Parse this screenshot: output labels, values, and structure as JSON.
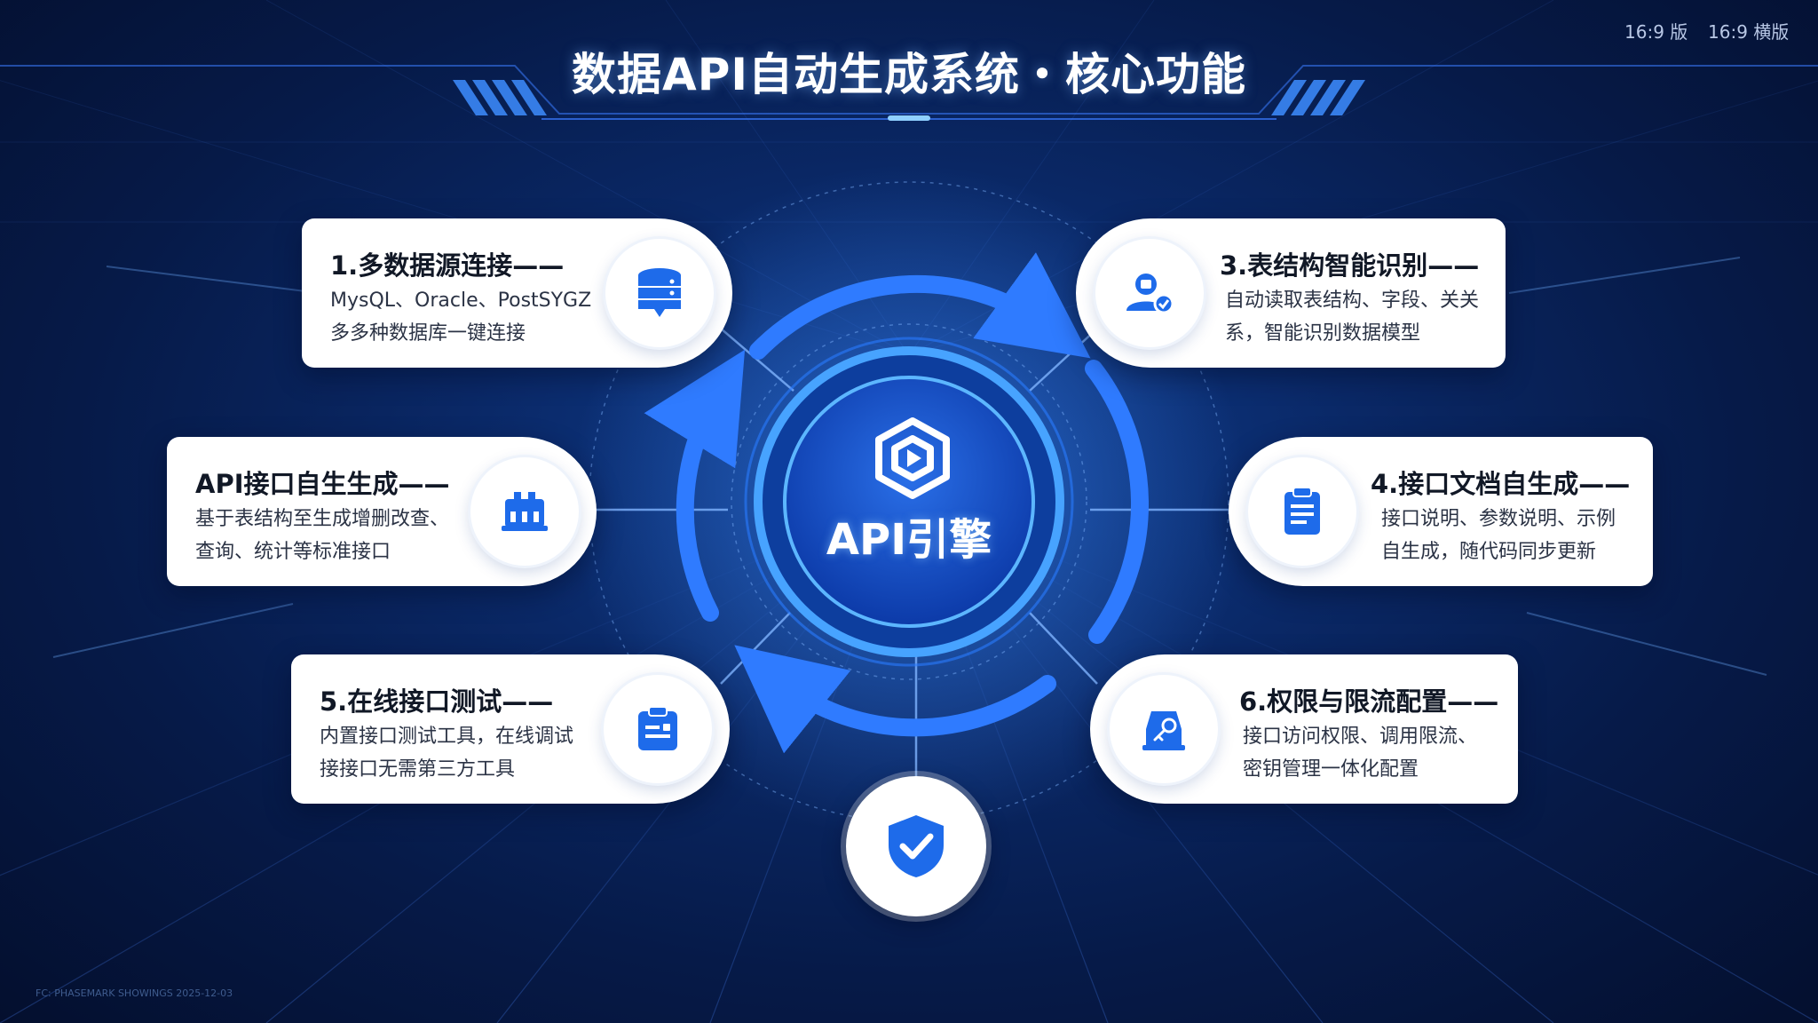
{
  "title": "数据API自动生成系统・核心功能",
  "corner_labels": [
    "16:9 版",
    "16:9 横版"
  ],
  "footer_text": "FC: PHASEMARK SHOWINGS 2025-12-03",
  "center": {
    "label": "API引擎",
    "icon": "api-engine-logo-icon"
  },
  "bottom_icon": "shield-check-icon",
  "accent_color": "#1e6bea",
  "features": [
    {
      "id": "multi-datasource",
      "title": "1.多数据源连接——",
      "lines": [
        "MysQL、Oracle、PostSYGZ",
        "多多种数据库一键连接"
      ],
      "icon": "database-icon"
    },
    {
      "id": "api-generation",
      "title": "API接口自生生成——",
      "lines": [
        "基于表结构至生成增删改查、",
        "查询、统计等标准接口"
      ],
      "icon": "api-building-icon"
    },
    {
      "id": "table-recognition",
      "title": "3.表结构智能识别——",
      "lines": [
        "自动读取表结构、字段、关关",
        "系，智能识别数据模型"
      ],
      "icon": "user-verify-icon"
    },
    {
      "id": "doc-generation",
      "title": "4.接口文档自生成——",
      "lines": [
        "接口说明、参数说明、示例",
        "自生成，随代码同步更新"
      ],
      "icon": "document-icon"
    },
    {
      "id": "online-test",
      "title": "5.在线接口测试——",
      "lines": [
        "内置接口测试工具，在线调试",
        "接接口无需第三方工具"
      ],
      "icon": "clipboard-test-icon"
    },
    {
      "id": "permission-ratelimit",
      "title": "6.权限与限流配置——",
      "lines": [
        "接口访问权限、调用限流、",
        "密钥管理一体化配置"
      ],
      "icon": "permission-key-icon"
    }
  ]
}
